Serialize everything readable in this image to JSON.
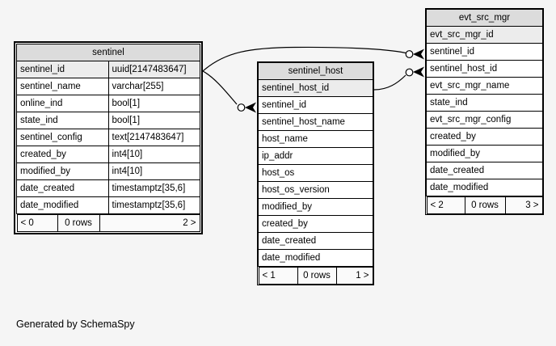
{
  "diagram": {
    "note": "Generated by SchemaSpy"
  },
  "colors": {
    "page_bg": "#f5f5f5",
    "table_header_bg": "#dcdcdc",
    "pk_row_bg": "#ececec",
    "row_bg": "#ffffff",
    "footer_bg": "#fafafa",
    "line": "#000000"
  },
  "tables": [
    {
      "title": "sentinel",
      "columns": [
        {
          "name": "sentinel_id",
          "type": "uuid[2147483647]"
        },
        {
          "name": "sentinel_name",
          "type": "varchar[255]"
        },
        {
          "name": "online_ind",
          "type": "bool[1]"
        },
        {
          "name": "state_ind",
          "type": "bool[1]"
        },
        {
          "name": "sentinel_config",
          "type": "text[2147483647]"
        },
        {
          "name": "created_by",
          "type": "int4[10]"
        },
        {
          "name": "modified_by",
          "type": "int4[10]"
        },
        {
          "name": "date_created",
          "type": "timestamptz[35,6]"
        },
        {
          "name": "date_modified",
          "type": "timestamptz[35,6]"
        }
      ],
      "footer": {
        "parents": "< 0",
        "rows": "0 rows",
        "children": "2 >"
      }
    },
    {
      "title": "sentinel_host",
      "columns": [
        {
          "name": "sentinel_host_id"
        },
        {
          "name": "sentinel_id"
        },
        {
          "name": "sentinel_host_name"
        },
        {
          "name": "host_name"
        },
        {
          "name": "ip_addr"
        },
        {
          "name": "host_os"
        },
        {
          "name": "host_os_version"
        },
        {
          "name": "modified_by"
        },
        {
          "name": "created_by"
        },
        {
          "name": "date_created"
        },
        {
          "name": "date_modified"
        }
      ],
      "footer": {
        "parents": "< 1",
        "rows": "0 rows",
        "children": "1 >"
      }
    },
    {
      "title": "evt_src_mgr",
      "columns": [
        {
          "name": "evt_src_mgr_id"
        },
        {
          "name": "sentinel_id"
        },
        {
          "name": "sentinel_host_id"
        },
        {
          "name": "evt_src_mgr_name"
        },
        {
          "name": "state_ind"
        },
        {
          "name": "evt_src_mgr_config"
        },
        {
          "name": "created_by"
        },
        {
          "name": "modified_by"
        },
        {
          "name": "date_created"
        },
        {
          "name": "date_modified"
        }
      ],
      "footer": {
        "parents": "< 2",
        "rows": "0 rows",
        "children": "3 >"
      }
    }
  ],
  "relationships": [
    {
      "from": "sentinel.sentinel_id",
      "to": "sentinel_host.sentinel_id"
    },
    {
      "from": "sentinel.sentinel_id",
      "to": "evt_src_mgr.sentinel_id"
    },
    {
      "from": "sentinel_host.sentinel_host_id",
      "to": "evt_src_mgr.sentinel_host_id"
    }
  ]
}
